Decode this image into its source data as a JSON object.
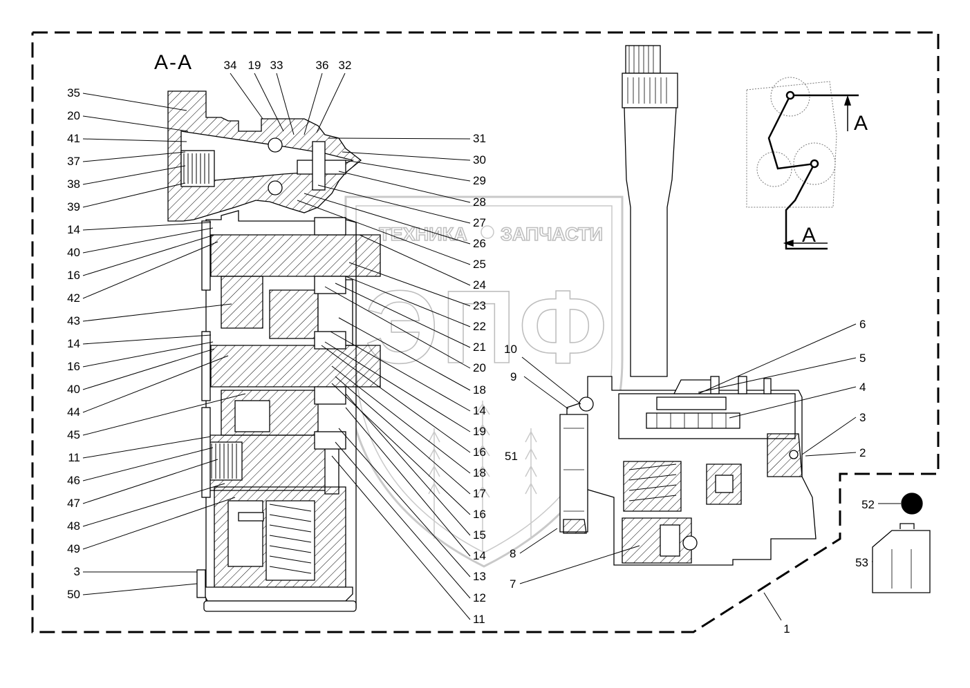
{
  "section": {
    "title": "A-A",
    "marker_upper": "A",
    "marker_lower": "A"
  },
  "watermark": {
    "line1": "ТЕХНИКА",
    "line2": "ЗАПЧАСТИ",
    "logo_letters": "ЭПФ"
  },
  "callouts": {
    "top_row": [
      "34",
      "19",
      "33",
      "36",
      "32"
    ],
    "left_column": [
      "35",
      "20",
      "41",
      "37",
      "38",
      "39",
      "14",
      "40",
      "16",
      "42",
      "43",
      "14",
      "16",
      "40",
      "44",
      "45",
      "11",
      "46",
      "47",
      "48",
      "49",
      "3",
      "50"
    ],
    "center_column": [
      "31",
      "30",
      "29",
      "28",
      "27",
      "26",
      "25",
      "24",
      "23",
      "22",
      "21",
      "20",
      "18",
      "14",
      "19",
      "16",
      "18",
      "17",
      "16",
      "15",
      "14",
      "13",
      "12",
      "11"
    ],
    "assembly": [
      "10",
      "9",
      "51",
      "8",
      "7",
      "6",
      "5",
      "4",
      "3",
      "2",
      "1"
    ],
    "extras": [
      "52",
      "53"
    ]
  },
  "colors": {
    "line": "#000000",
    "watermark": "#b8b8b8"
  }
}
